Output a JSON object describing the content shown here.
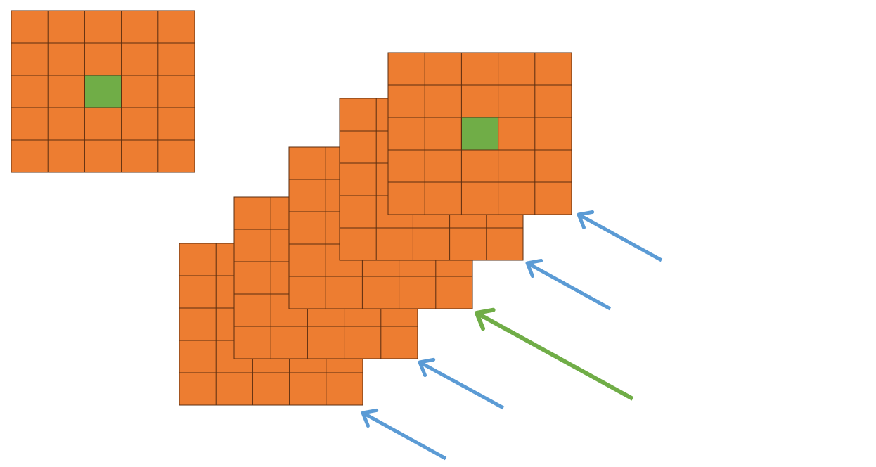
{
  "colors": {
    "cell": "#ED7D31",
    "highlight": "#70AD47",
    "gridline": "#5A2D10",
    "arrow_blue": "#5B9BD5",
    "arrow_green": "#70AD47",
    "background": "#FFFFFF"
  },
  "grid": {
    "rows": 5,
    "cols": 5
  },
  "single_grid": {
    "highlight_cell": {
      "row": 2,
      "col": 2
    }
  },
  "stack": {
    "layer_count": 5,
    "highlighted_layer": 5,
    "highlight_cell": {
      "row": 2,
      "col": 2
    }
  },
  "arrows": [
    {
      "target_layer": 1,
      "color": "blue",
      "icon": "arrow-up-left-icon"
    },
    {
      "target_layer": 2,
      "color": "blue",
      "icon": "arrow-up-left-icon"
    },
    {
      "target_layer": 3,
      "color": "green",
      "icon": "arrow-up-left-icon"
    },
    {
      "target_layer": 4,
      "color": "blue",
      "icon": "arrow-up-left-icon"
    },
    {
      "target_layer": 5,
      "color": "blue",
      "icon": "arrow-up-left-icon"
    }
  ]
}
